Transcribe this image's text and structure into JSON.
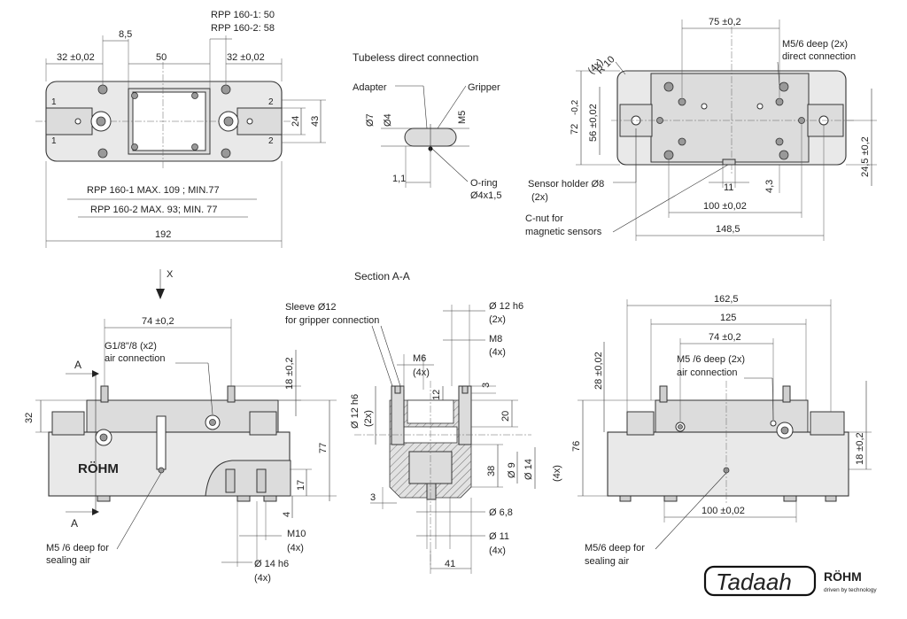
{
  "top_left_view": {
    "rpp_length_1": "RPP 160-1: 50",
    "rpp_length_2": "RPP 160-2: 58",
    "dim_8_5": "8,5",
    "dim_32_left": "32 ±0,02",
    "dim_50": "50",
    "dim_32_right": "32 ±0,02",
    "dim_24": "24",
    "dim_43": "43",
    "stroke_rpp1": "RPP 160-1 MAX. 109 ; MIN.77",
    "stroke_rpp2": "RPP 160-2 MAX. 93; MIN. 77",
    "dim_192": "192",
    "port_1a": "1",
    "port_1b": "1",
    "port_2a": "2",
    "port_2b": "2"
  },
  "connection_view": {
    "title": "Tubeless direct connection",
    "adapter": "Adapter",
    "gripper": "Gripper",
    "dim_7": "Ø7",
    "dim_4": "Ø4",
    "dim_m5": "M5",
    "dim_1_1": "1,1",
    "oring": "O-ring",
    "oring_size": "Ø4x1,5"
  },
  "top_right_view": {
    "dim_75": "75 ±0,2",
    "m5_direct": "M5/6 deep (2x)",
    "m5_direct_2": "direct connection",
    "radius": "R 10",
    "radius_count": "(4x)",
    "dim_72": "72",
    "dim_72_tol": "-0,2",
    "dim_56": "56 ±0,02",
    "dim_24_5": "24,5 ±0,2",
    "sensor_holder": "Sensor holder  Ø8",
    "sensor_count": "(2x)",
    "dim_11": "11",
    "dim_4_3": "4,3",
    "dim_100": "100 ±0,02",
    "cnut": "C-nut for",
    "cnut_2": "magnetic sensors",
    "dim_148_5": "148,5"
  },
  "front_left_view": {
    "view_x": "X",
    "dim_74": "74 ±0,2",
    "air_conn": "G1/8\"/8 (x2)",
    "air_conn_2": "air connection",
    "section_a_top": "A",
    "section_a_bottom": "A",
    "dim_18": "18 ±0,2",
    "dim_32": "32",
    "dim_77": "77",
    "dim_17": "17",
    "dim_4": "4",
    "logo": "RÖHM",
    "m5_sealing": "M5 /6 deep for",
    "m5_sealing_2": "sealing air",
    "dim_m10": "M10",
    "dim_m10_count": "(4x)",
    "dim_14h6": "Ø 14 h6",
    "dim_14h6_count": "(4x)"
  },
  "section_view": {
    "title": "Section A-A",
    "sleeve": "Sleeve Ø12",
    "sleeve_2": "for gripper connection",
    "dim_12h6_top": "Ø 12 h6",
    "dim_12h6_top_count": "(2x)",
    "dim_m8": "M8",
    "dim_m8_count": "(4x)",
    "dim_m6": "M6",
    "dim_m6_count": "(4x)",
    "dim_12": "12",
    "dim_3_top": "3",
    "dim_20": "20",
    "dim_12h6_left": "Ø 12 h6",
    "dim_12h6_left_count": "(2x)",
    "dim_38": "38",
    "dim_9": "Ø 9",
    "dim_14": "Ø 14",
    "dim_14_count": "(4x)",
    "dim_3_bottom": "3",
    "dim_6_8": "Ø 6,8",
    "dim_11": "Ø 11",
    "dim_11_count": "(4x)",
    "dim_41": "41"
  },
  "front_right_view": {
    "dim_162_5": "162,5",
    "dim_125": "125",
    "dim_74": "74 ±0,2",
    "m5_air": "M5 /6 deep (2x)",
    "m5_air_2": "air connection",
    "dim_28": "28 ±0,02",
    "dim_76": "76",
    "dim_18": "18 ±0,2",
    "dim_100": "100 ±0,02",
    "m5_sealing": "M5/6 deep for",
    "m5_sealing_2": "sealing air"
  },
  "branding": {
    "tadaah": "Tadaah",
    "rohm": "RÖHM",
    "rohm_tagline": "driven by technology"
  },
  "colors": {
    "part_fill": "#e9e9e9",
    "line": "#333333",
    "rohm_blue": "#1f4e8c"
  }
}
